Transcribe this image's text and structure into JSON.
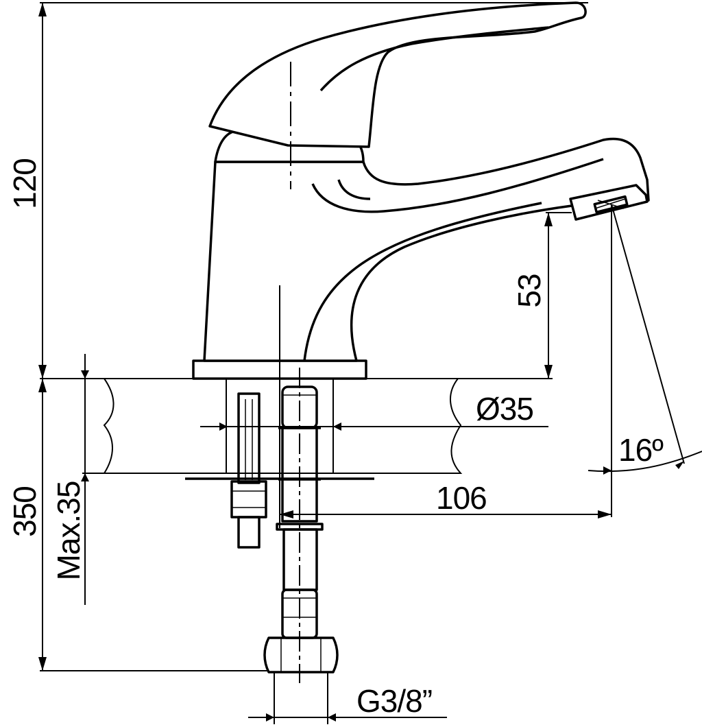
{
  "dimensions": {
    "height_total": "120",
    "spout_height": "53",
    "hole_diameter": "Ø35",
    "spout_angle": "16º",
    "hose_length": "350",
    "max_thickness": "Max.35",
    "reach": "106",
    "thread": "G3/8”"
  },
  "colors": {
    "line": "#000000",
    "background": "#ffffff"
  }
}
